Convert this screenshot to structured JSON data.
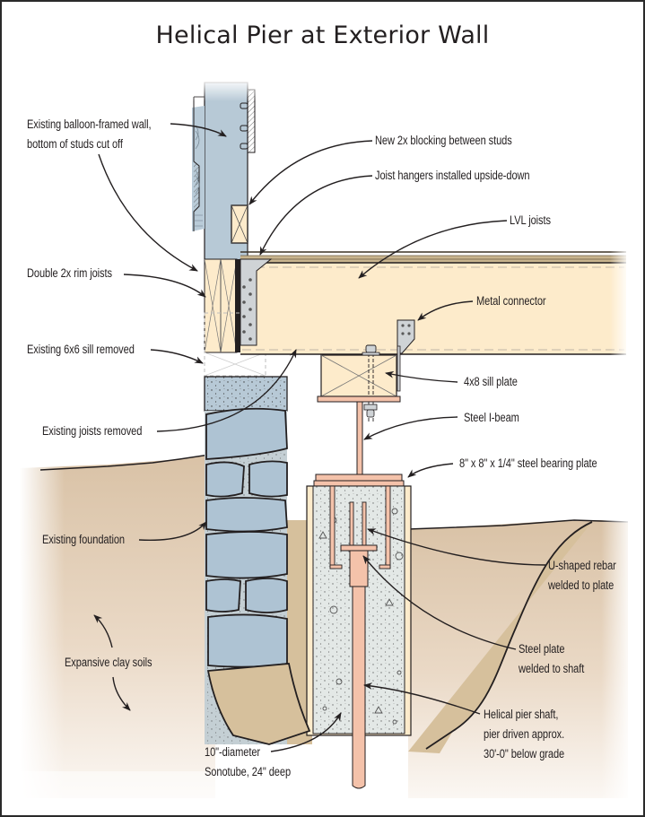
{
  "title": "Helical Pier at Exterior Wall",
  "colors": {
    "wall_blue": "#b7c9d6",
    "stone_blue": "#aec3d3",
    "wood_cream": "#fdebcb",
    "steel_pink": "#f4c2aa",
    "concrete_gray": "#e3e8e6",
    "soil_tan": "#d8c3a0",
    "soil_light": "#efe2d3",
    "ink": "#231f20",
    "hardware_gray": "#cfd3d6"
  },
  "labels": {
    "balloon_wall": [
      "Existing balloon-framed wall,",
      "bottom of studs cut off"
    ],
    "blocking": "New 2x blocking between studs",
    "joist_hangers": "Joist hangers installed upside-down",
    "lvl_joists": "LVL joists",
    "rim_joists": "Double 2x rim joists",
    "metal_connector": "Metal connector",
    "sill_removed": "Existing 6x6 sill removed",
    "sill_plate": "4x8 sill plate",
    "joists_removed": "Existing joists removed",
    "i_beam": "Steel I-beam",
    "bearing_plate": "8\" x 8\" x 1/4\" steel bearing plate",
    "foundation": "Existing foundation",
    "rebar": [
      "U-shaped rebar",
      "welded to plate"
    ],
    "steel_plate": [
      "Steel plate",
      "welded to shaft"
    ],
    "clay_soils": "Expansive clay soils",
    "pier_shaft": [
      "Helical pier shaft,",
      "pier driven approx.",
      "30'-0\" below grade"
    ],
    "sonotube": [
      "10\"-diameter",
      "Sonotube, 24\" deep"
    ]
  }
}
